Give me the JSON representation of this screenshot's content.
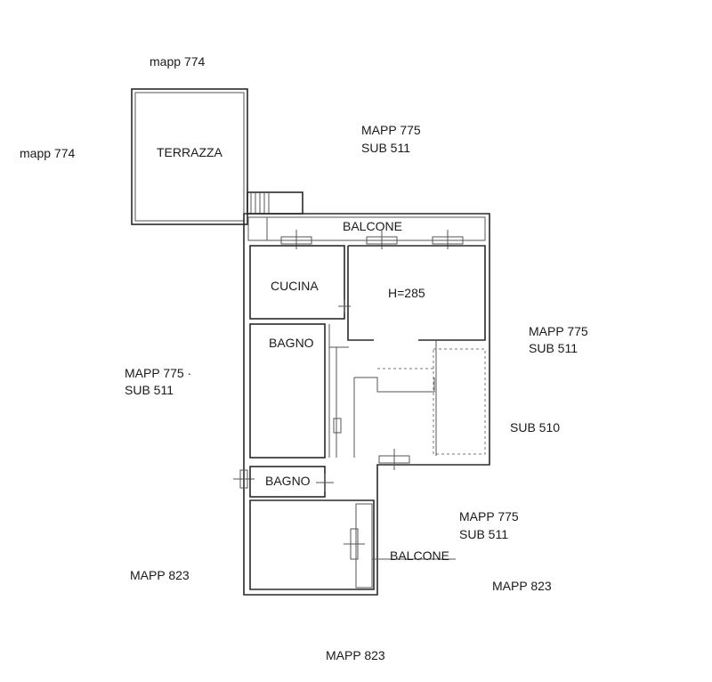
{
  "plan": {
    "neighbors": {
      "top_left": "mapp 774",
      "left": "mapp 774",
      "top_right_line1": "MAPP 775",
      "top_right_line2": "SUB 511",
      "right_mid_line1": "MAPP 775",
      "right_mid_line2": "SUB 511",
      "left_mid_line1": "MAPP 775 ·",
      "left_mid_line2": "SUB 511",
      "right_lower": "SUB 510",
      "bottom_mid_line1": "MAPP 775",
      "bottom_mid_line2": "SUB 511",
      "bottom_left": "MAPP 823",
      "bottom_right": "MAPP 823",
      "bottom": "MAPP 823"
    },
    "rooms": {
      "terrace": "TERRAZZA",
      "balcony_top": "BALCONE",
      "kitchen": "CUCINA",
      "living_height": "H=285",
      "bath_upper": "BAGNO",
      "bath_lower": "BAGNO",
      "balcony_bottom": "BALCONE"
    }
  }
}
